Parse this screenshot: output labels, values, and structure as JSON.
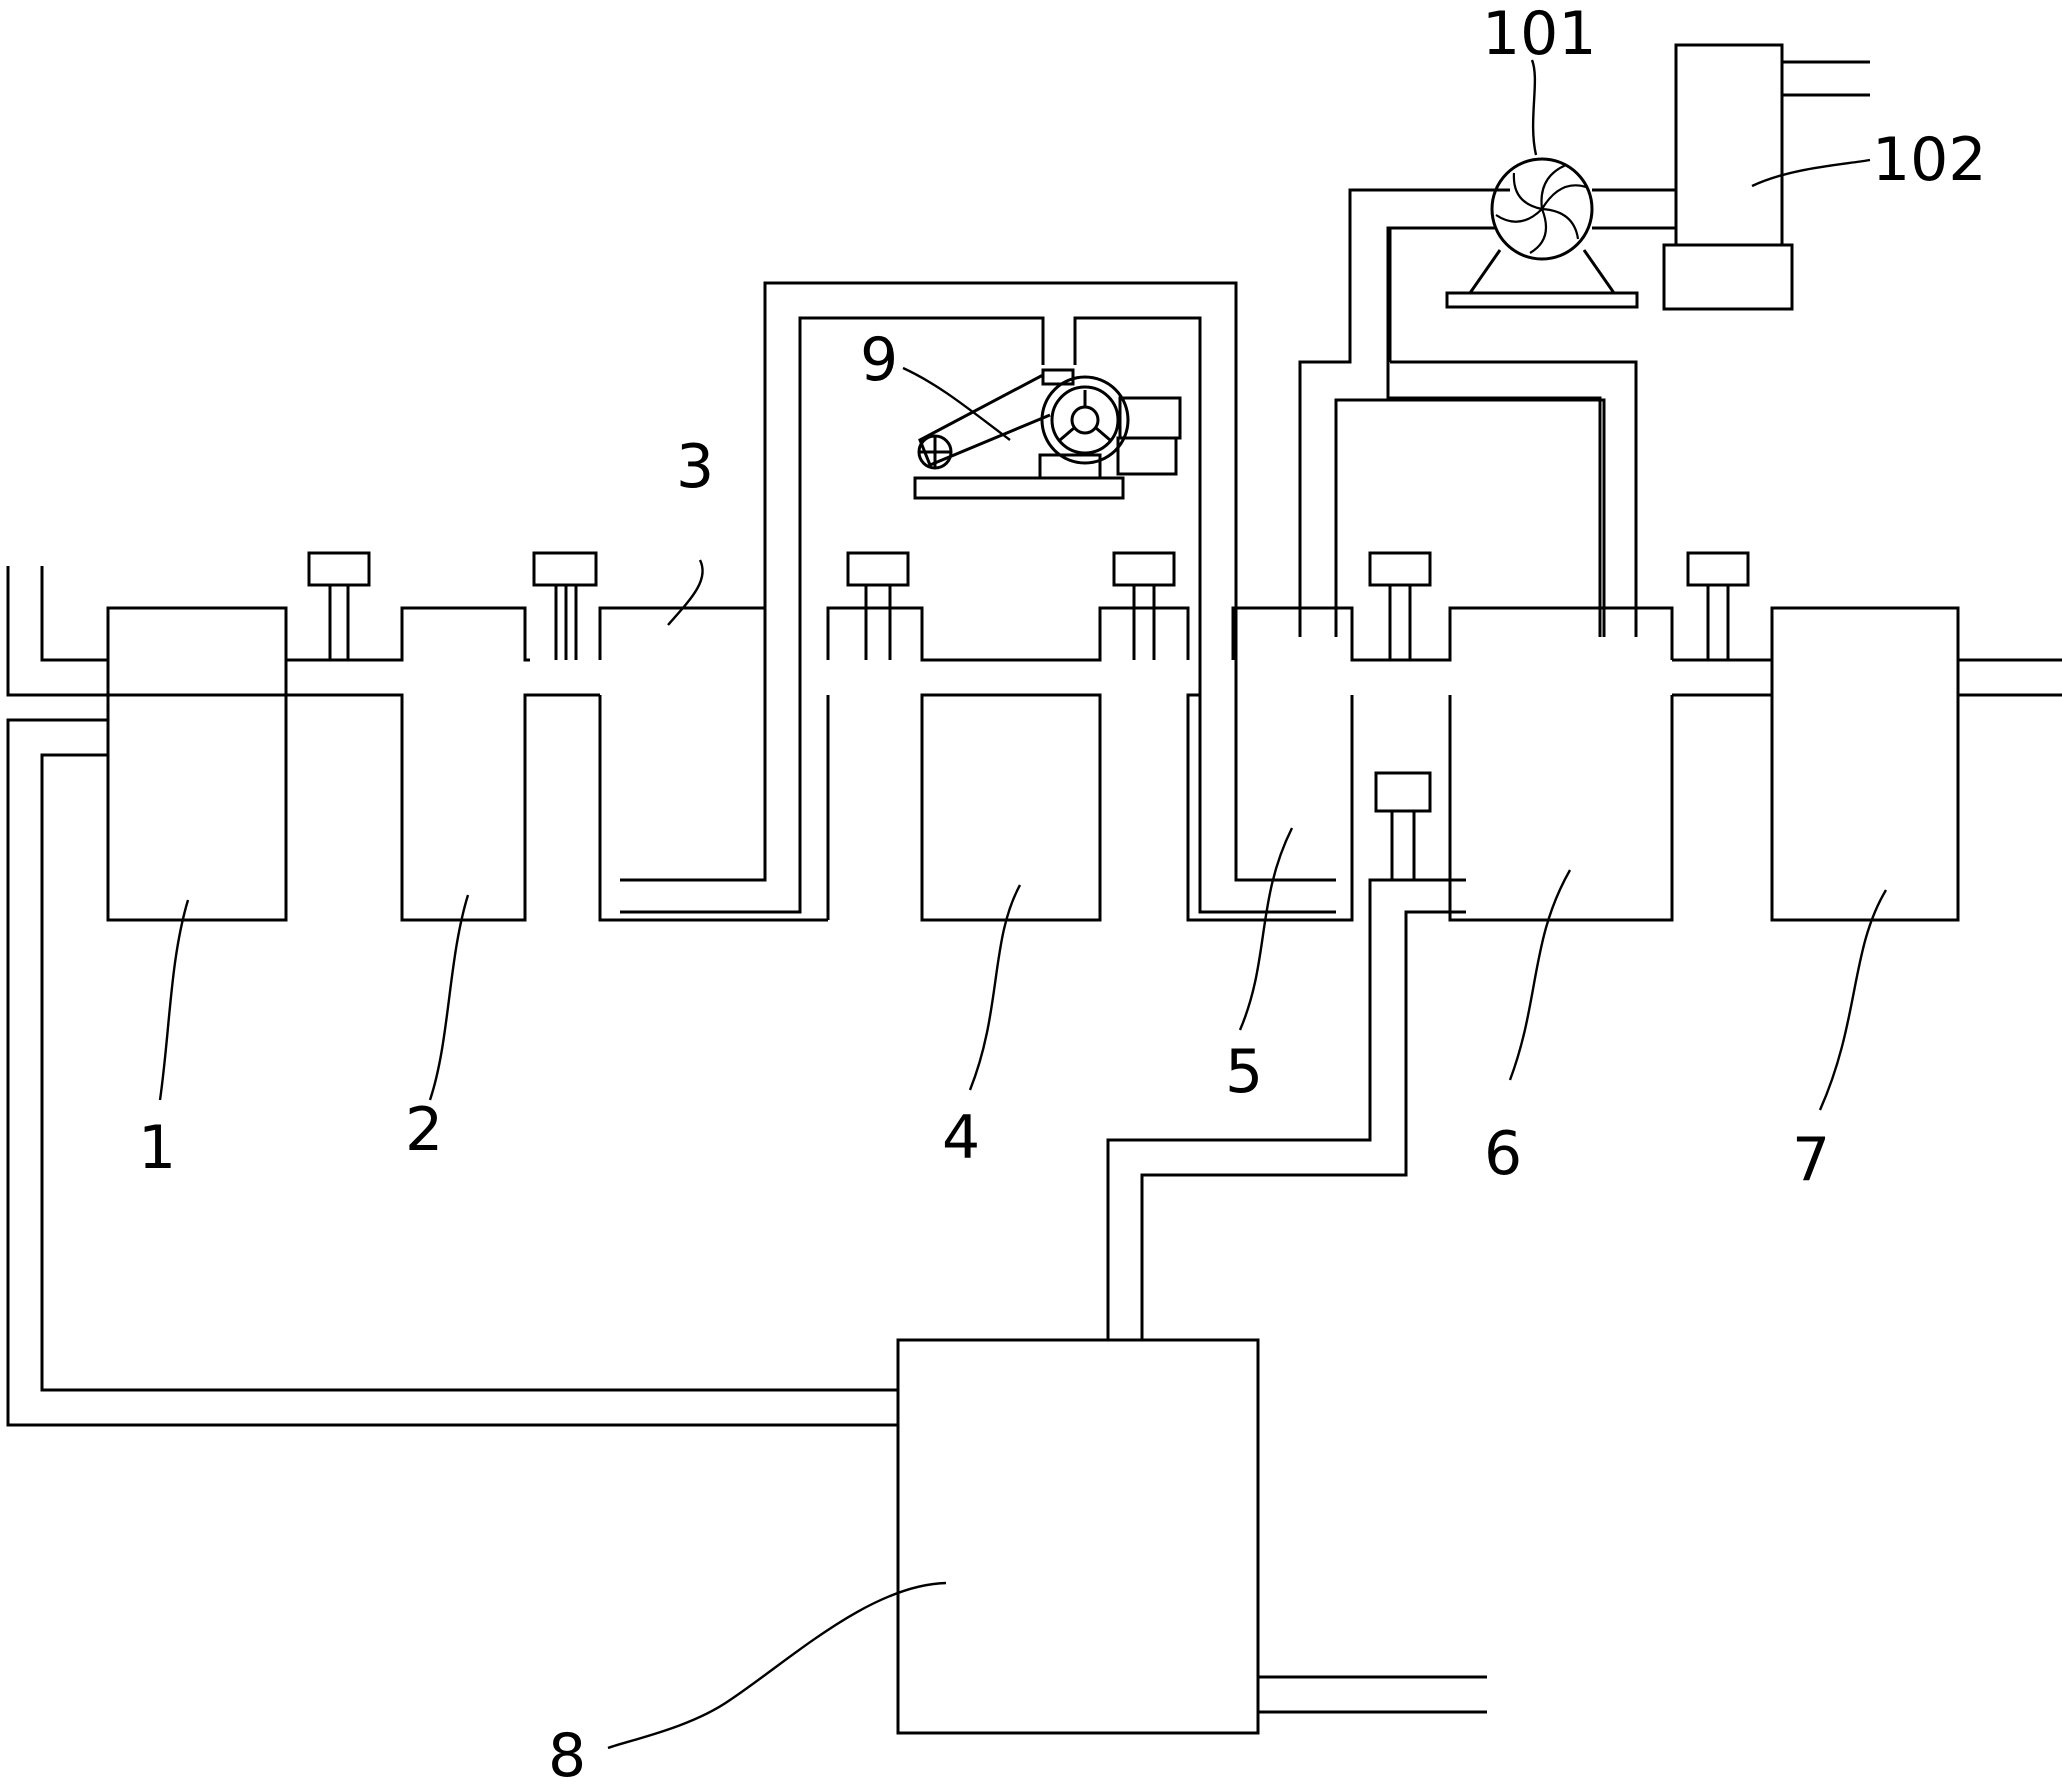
{
  "labels": {
    "1": "1",
    "2": "2",
    "3": "3",
    "4": "4",
    "5": "5",
    "6": "6",
    "7": "7",
    "8": "8",
    "9": "9",
    "101": "101",
    "102": "102"
  }
}
